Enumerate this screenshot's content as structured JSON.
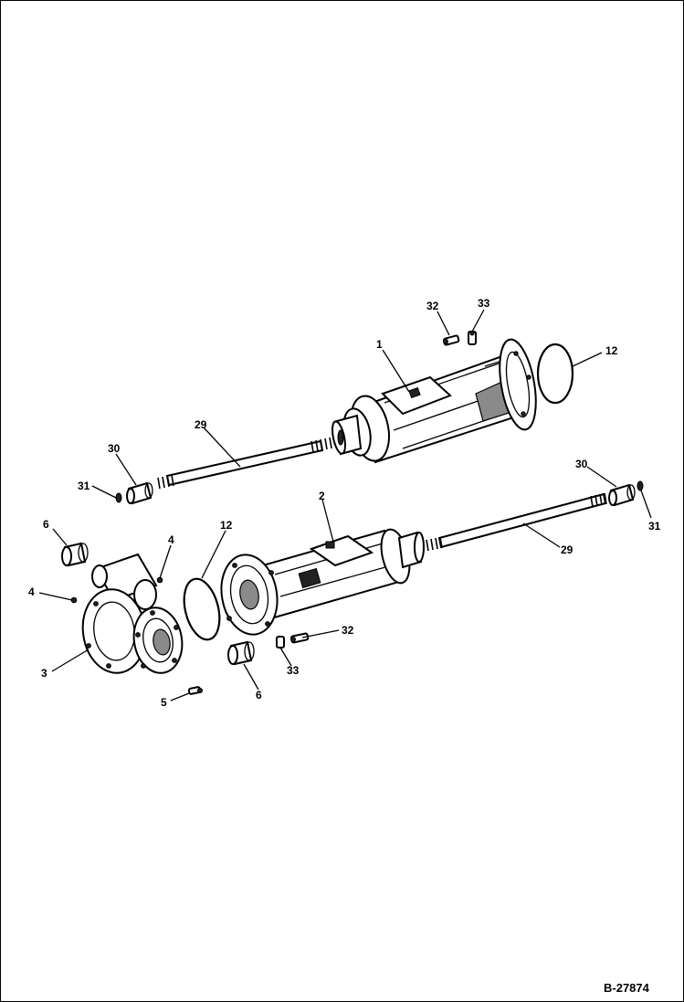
{
  "figure_number": "B-27874",
  "callouts": {
    "c32_top": "32",
    "c33_top": "33",
    "c1": "1",
    "c12_right": "12",
    "c29_top": "29",
    "c30_left": "30",
    "c31_left": "31",
    "c2": "2",
    "c30_right": "30",
    "c31_right": "31",
    "c29_bottom": "29",
    "c6_left": "6",
    "c4_upper": "4",
    "c12_left": "12",
    "c4_left": "4",
    "c3": "3",
    "c5": "5",
    "c6_bottom": "6",
    "c32_bottom": "32",
    "c33_bottom": "33"
  }
}
